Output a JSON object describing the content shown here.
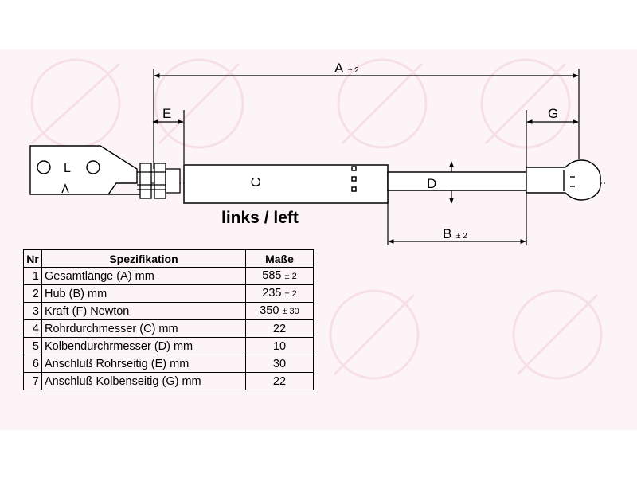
{
  "labels": {
    "dim_a": "A",
    "dim_a_tol": "± 2",
    "dim_b": "B",
    "dim_b_tol": "± 2",
    "dim_c": "C",
    "dim_d": "D",
    "dim_e": "E",
    "dim_g": "G",
    "bracket_left": "O",
    "bracket_mid": "L",
    "bracket_right": "O",
    "side": "links / left"
  },
  "table": {
    "headers": {
      "nr": "Nr",
      "spec": "Spezifikation",
      "value": "Maße"
    },
    "rows": [
      {
        "nr": "1",
        "spec": "Gesamtlänge (A) mm",
        "value": "585",
        "tol": "± 2"
      },
      {
        "nr": "2",
        "spec": "Hub (B)  mm",
        "value": "235",
        "tol": "± 2"
      },
      {
        "nr": "3",
        "spec": "Kraft (F) Newton",
        "value": "350",
        "tol": "± 30"
      },
      {
        "nr": "4",
        "spec": "Rohrdurchmesser (C) mm",
        "value": "22",
        "tol": ""
      },
      {
        "nr": "5",
        "spec": "Kolbendurchrmesser (D) mm",
        "value": "10",
        "tol": ""
      },
      {
        "nr": "6",
        "spec": "Anschluß Rohrseitig (E) mm",
        "value": "30",
        "tol": ""
      },
      {
        "nr": "7",
        "spec": "Anschluß Kolbenseitig (G) mm",
        "value": "22",
        "tol": ""
      }
    ]
  },
  "colors": {
    "line": "#000000",
    "watermark": "#f6dfe8",
    "background": "#ffffff"
  }
}
